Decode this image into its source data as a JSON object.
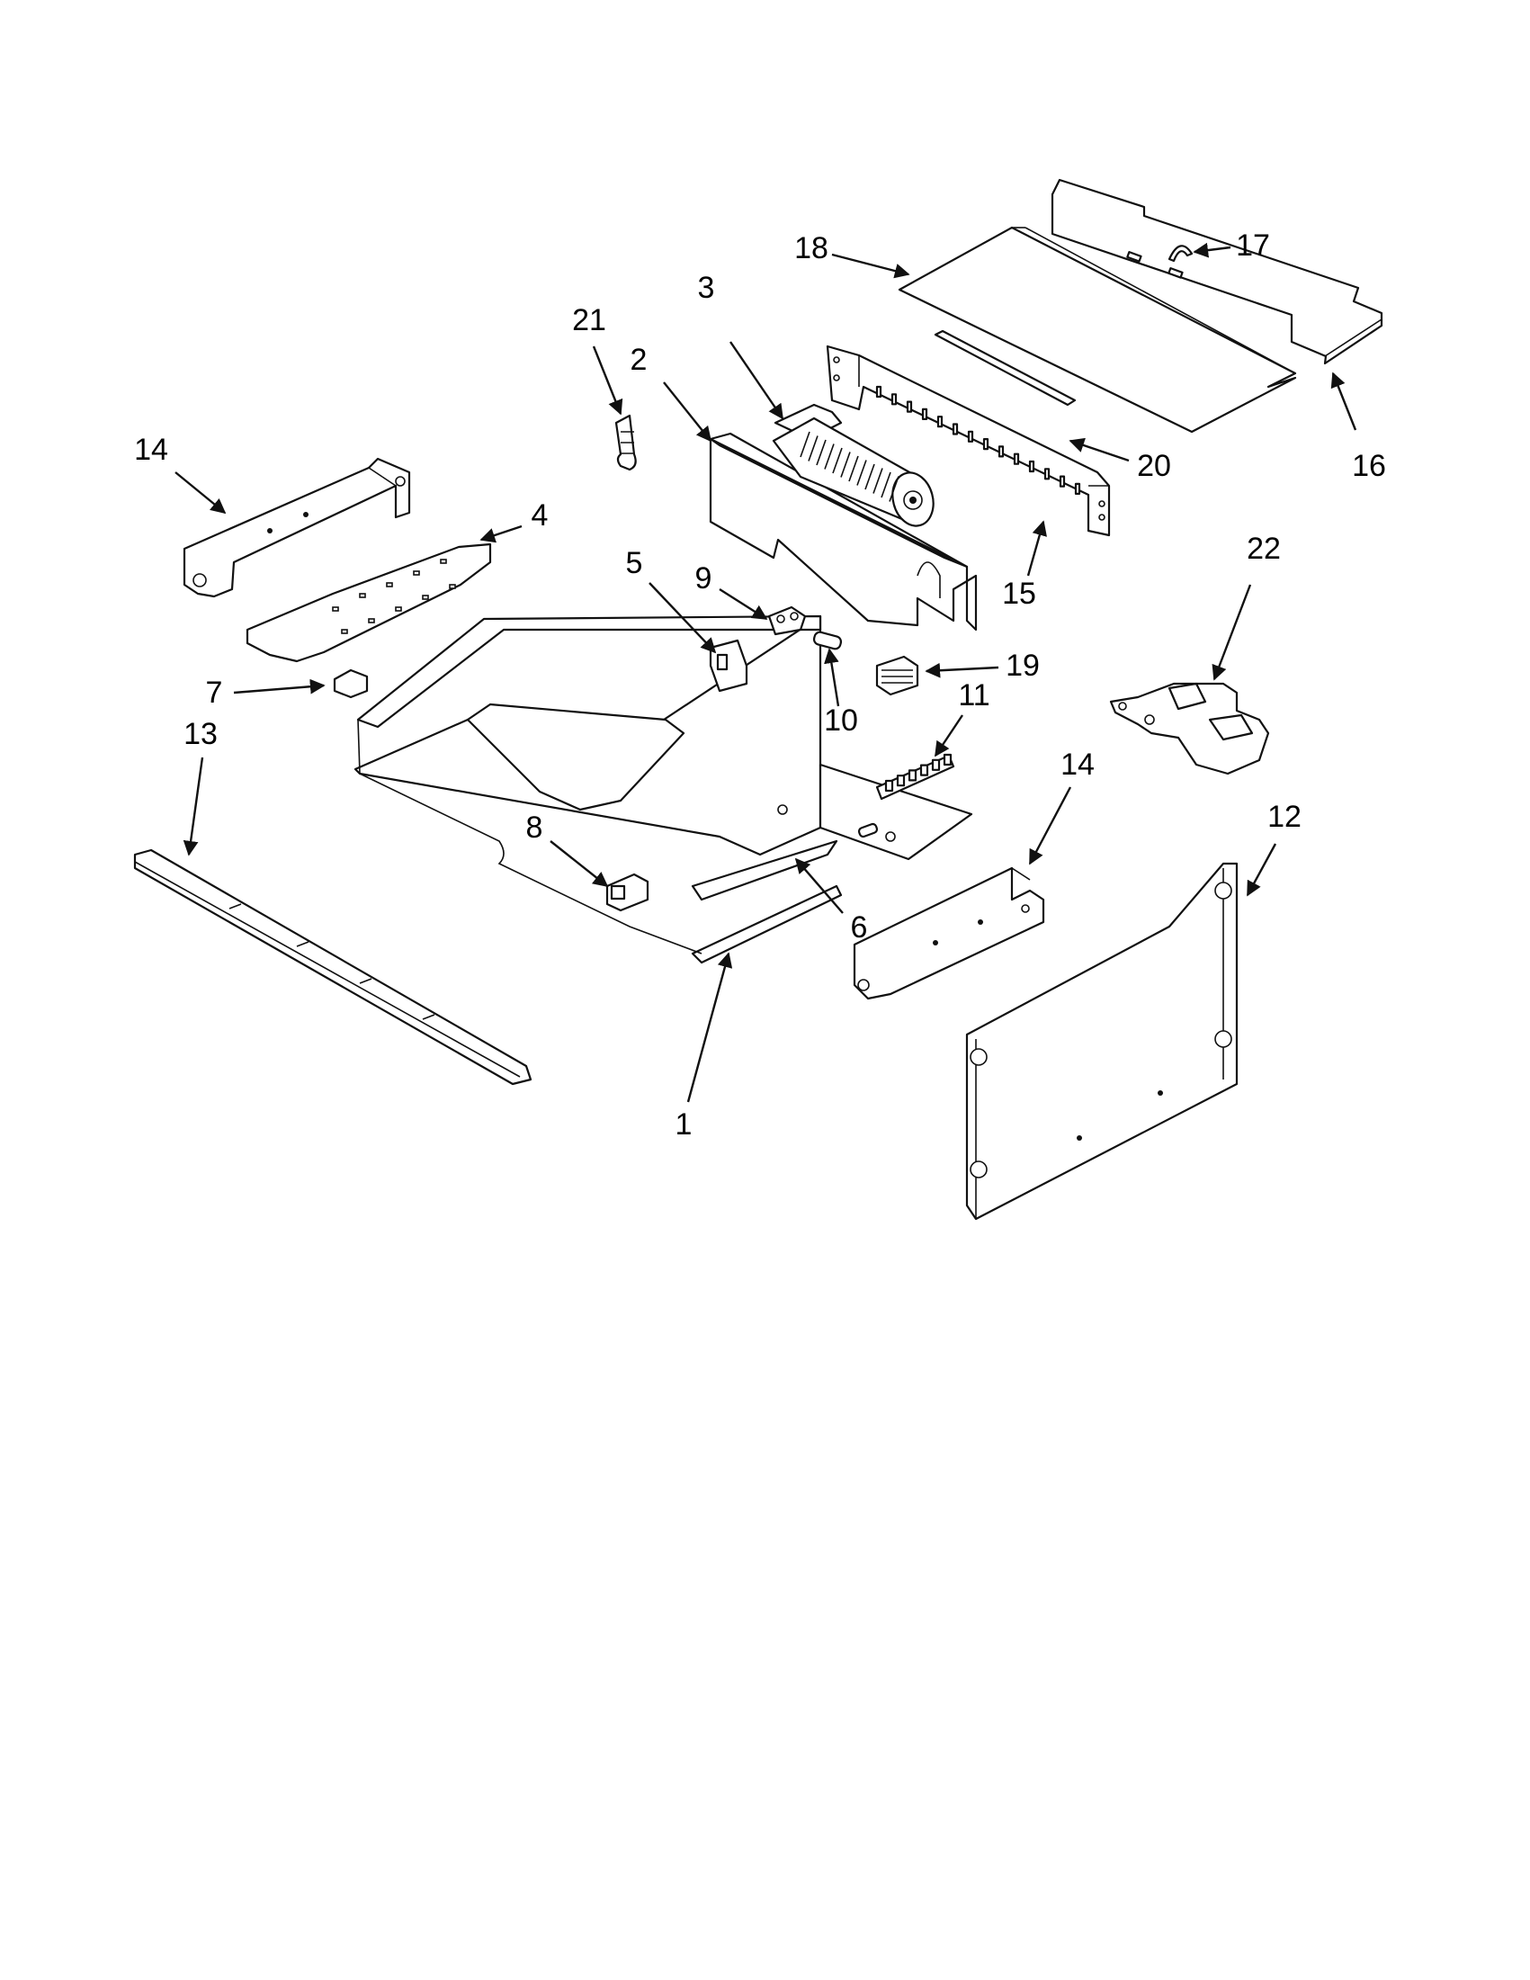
{
  "callouts": [
    {
      "id": "c1",
      "label": "1"
    },
    {
      "id": "c2",
      "label": "2"
    },
    {
      "id": "c3",
      "label": "3"
    },
    {
      "id": "c4",
      "label": "4"
    },
    {
      "id": "c5",
      "label": "5"
    },
    {
      "id": "c6",
      "label": "6"
    },
    {
      "id": "c7",
      "label": "7"
    },
    {
      "id": "c8",
      "label": "8"
    },
    {
      "id": "c9",
      "label": "9"
    },
    {
      "id": "c10",
      "label": "10"
    },
    {
      "id": "c11",
      "label": "11"
    },
    {
      "id": "c12",
      "label": "12"
    },
    {
      "id": "c13",
      "label": "13"
    },
    {
      "id": "c14a",
      "label": "14"
    },
    {
      "id": "c14b",
      "label": "14"
    },
    {
      "id": "c15",
      "label": "15"
    },
    {
      "id": "c16",
      "label": "16"
    },
    {
      "id": "c17",
      "label": "17"
    },
    {
      "id": "c18",
      "label": "18"
    },
    {
      "id": "c19",
      "label": "19"
    },
    {
      "id": "c20",
      "label": "20"
    },
    {
      "id": "c21",
      "label": "21"
    },
    {
      "id": "c22",
      "label": "22"
    }
  ]
}
